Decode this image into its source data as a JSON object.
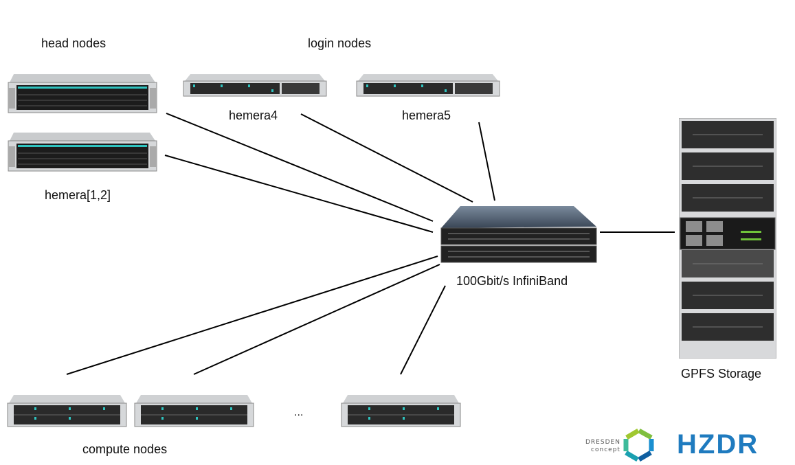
{
  "diagram": {
    "labels": {
      "head_nodes": "head nodes",
      "login_nodes": "login nodes",
      "hemera12": "hemera[1,2]",
      "hemera4": "hemera4",
      "hemera5": "hemera5",
      "infiniband": "100Gbit/s InfiniBand",
      "gpfs": "GPFS Storage",
      "compute_nodes": "compute nodes",
      "ellipsis": "..."
    },
    "logos": {
      "dresden_line1": "DRESDEN",
      "dresden_line2": "concept",
      "hzdr": "HZDR"
    },
    "colors": {
      "line": "#000000",
      "hzdr_blue": "#1f7bbf",
      "server_teal": "#2fc4c0"
    }
  }
}
